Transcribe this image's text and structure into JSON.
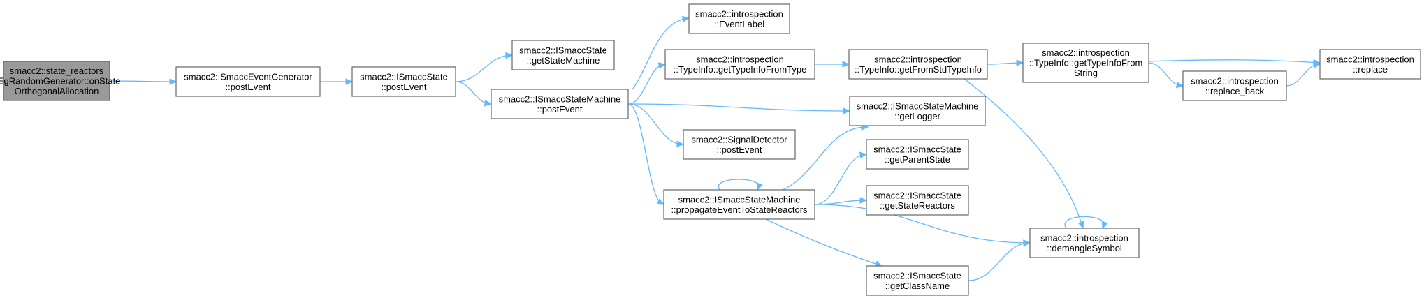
{
  "diagram": {
    "nodes": [
      {
        "id": "onState",
        "root": true,
        "lines": [
          "smacc2::state_reactors",
          "::EgRandomGenerator::onState",
          "OrthogonalAllocation"
        ]
      },
      {
        "id": "segPost",
        "lines": [
          "smacc2::SmaccEventGenerator",
          "::postEvent"
        ]
      },
      {
        "id": "isPost",
        "lines": [
          "smacc2::ISmaccState",
          "::postEvent"
        ]
      },
      {
        "id": "isGetSM",
        "lines": [
          "smacc2::ISmaccState",
          "::getStateMachine"
        ]
      },
      {
        "id": "ismPost",
        "lines": [
          "smacc2::ISmaccStateMachine",
          "::postEvent"
        ]
      },
      {
        "id": "eventLabel",
        "lines": [
          "smacc2::introspection",
          "::EventLabel"
        ]
      },
      {
        "id": "fromType",
        "lines": [
          "smacc2::introspection",
          "::TypeInfo::getTypeInfoFromType"
        ]
      },
      {
        "id": "sigPost",
        "lines": [
          "smacc2::SignalDetector",
          "::postEvent"
        ]
      },
      {
        "id": "propagate",
        "lines": [
          "smacc2::ISmaccStateMachine",
          "::propagateEventToStateReactors"
        ]
      },
      {
        "id": "fromStd",
        "lines": [
          "smacc2::introspection",
          "::TypeInfo::getFromStdTypeInfo"
        ]
      },
      {
        "id": "getLogger",
        "lines": [
          "smacc2::ISmaccStateMachine",
          "::getLogger"
        ]
      },
      {
        "id": "parentState",
        "lines": [
          "smacc2::ISmaccState",
          "::getParentState"
        ]
      },
      {
        "id": "stateReactors",
        "lines": [
          "smacc2::ISmaccState",
          "::getStateReactors"
        ]
      },
      {
        "id": "className",
        "lines": [
          "smacc2::ISmaccState",
          "::getClassName"
        ]
      },
      {
        "id": "fromString",
        "lines": [
          "smacc2::introspection",
          "::TypeInfo::getTypeInfoFrom",
          "String"
        ]
      },
      {
        "id": "demangle",
        "lines": [
          "smacc2::introspection",
          "::demangleSymbol"
        ]
      },
      {
        "id": "replaceBack",
        "lines": [
          "smacc2::introspection",
          "::replace_back"
        ]
      },
      {
        "id": "replace",
        "lines": [
          "smacc2::introspection",
          "::replace"
        ]
      }
    ],
    "edges": [
      {
        "from": "onState",
        "to": "segPost"
      },
      {
        "from": "segPost",
        "to": "isPost"
      },
      {
        "from": "isPost",
        "to": "isGetSM"
      },
      {
        "from": "isPost",
        "to": "ismPost"
      },
      {
        "from": "ismPost",
        "to": "eventLabel"
      },
      {
        "from": "ismPost",
        "to": "fromType"
      },
      {
        "from": "ismPost",
        "to": "getLogger"
      },
      {
        "from": "ismPost",
        "to": "sigPost"
      },
      {
        "from": "ismPost",
        "to": "propagate"
      },
      {
        "from": "fromType",
        "to": "fromStd"
      },
      {
        "from": "fromStd",
        "to": "fromString"
      },
      {
        "from": "fromStd",
        "to": "demangle"
      },
      {
        "from": "fromString",
        "to": "replace"
      },
      {
        "from": "fromString",
        "to": "replaceBack"
      },
      {
        "from": "replaceBack",
        "to": "replace"
      },
      {
        "from": "propagate",
        "to": "propagate"
      },
      {
        "from": "propagate",
        "to": "getLogger"
      },
      {
        "from": "propagate",
        "to": "parentState"
      },
      {
        "from": "propagate",
        "to": "stateReactors"
      },
      {
        "from": "propagate",
        "to": "demangle"
      },
      {
        "from": "propagate",
        "to": "className"
      },
      {
        "from": "className",
        "to": "demangle"
      },
      {
        "from": "demangle",
        "to": "demangle"
      }
    ],
    "colors": {
      "edge": "#63b8ff",
      "node_border": "#666666",
      "root_fill": "#999999",
      "node_fill": "#ffffff"
    }
  }
}
